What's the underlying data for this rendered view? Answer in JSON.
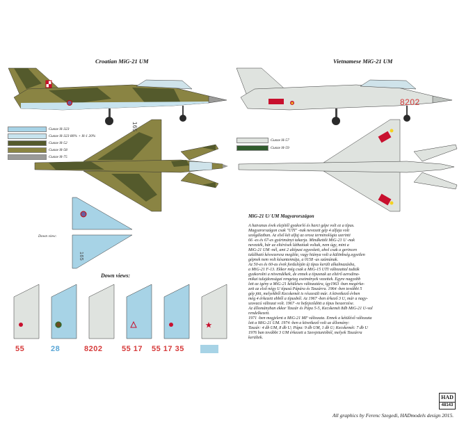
{
  "titles": {
    "croatian": "Croatian MiG-21 UM",
    "vietnamese": "Vietnamese MiG-21 UM",
    "down_view": "Down view:",
    "down_views": "Down views:"
  },
  "colors": {
    "croatian_swatches": [
      {
        "label": "Gunze H-323",
        "color": "#a7d3e6"
      },
      {
        "label": "Gunze H-323 80% + H-1 20%",
        "color": "#c7e3ee"
      },
      {
        "label": "Gunze H-52",
        "color": "#545a2c"
      },
      {
        "label": "Gunze H-58",
        "color": "#8a8443"
      },
      {
        "label": "Gunze H-75",
        "color": "#9a9a98"
      }
    ],
    "vietnamese_swatches": [
      {
        "label": "Gunze H-57",
        "color": "#dfe3df"
      },
      {
        "label": "Gunze H-59",
        "color": "#2f5b2c"
      }
    ]
  },
  "aircraft": {
    "vietnamese_serial": "8202",
    "croatian_top_code": "165",
    "croatian_bottom_code": "165"
  },
  "down_view_numbers": [
    {
      "text": "55",
      "color": "red"
    },
    {
      "text": "28",
      "color": "blue"
    },
    {
      "text": "8202",
      "color": "red"
    },
    {
      "text": "55 17",
      "color": "red"
    },
    {
      "text": "55 17 35",
      "color": "red"
    },
    {
      "text": "",
      "color": "blue"
    }
  ],
  "article": {
    "heading": "MiG-21 U/ UM Magyarországon",
    "paragraphs": [
      "A hatvanas évek elejétől gyakorló és harci gépe volt ez a típus.",
      "Magyarországon csak \"UTI\" -nak nevezett gép 4 alfaja volt",
      "szolgálatban. Az első két alfaj az orosz terminológia szerinti",
      "66 -es és 67-es gyártmányt takarja. Mindkettőt MiG-21 U -nak",
      "nevezték, bár az eltérések láthatóak voltak, nem úgy, mint a",
      "MiG-21 UM -nél, ami 2 altípust egyesített, ahol csak a gerincen",
      "található késvezeresz meglétе, vagy hiánya volt a különbség.egyetlen",
      "gépnek nem volt késantennája, a 0158 -as számúnak.",
      "Az 50-es és 60-as évek fordulóján új típus került alkalmazásba,",
      "a MiG-21 F-13. Ekkor még csak a MiG-15 UTI változattal tudták",
      "gyakorolni a növendékek, de ennek a típusnak az eltérő aerodina-",
      "mikai tulajdonságai rengeteg esetmények vezettek. Egyre nagyobb",
      "lett az igény a MiG-21 kétüléses változatára, így1963 -ban megérke-",
      "zett az első négy U típusú Pápára és Taszárra. 1964 -ben további 5",
      "gép jött, melyekből Kecskemét is részesült már. A következő évben",
      "még 4 érkezett ebből a típusból. Az 1967 -ben érkező 3 U, már a nagy-",
      "szovacú változat volt. 1967 -re befejeződött a típus beszerzése.",
      "Az állományban ekkor Taszár és Pápa 5-5, Kecskemét 8db MiG-21 U-val",
      "rendelkezett.",
      "1971 -ben megjelent a MiG-21 MF változata. Ennek a kétüléső változata",
      "lett a MiG-21 UM. 1974 -ben a következő volt az állomány:",
      "Taszár: 4 db UM, 8 db U; Pápa: 9 db UM, 1 db U; Kecskemét: 7 db U",
      "1976 ban további 3 UM érkezett a Szovjetunióból, melyek Taszárra",
      "kerültek."
    ]
  },
  "credit": "All graphics by Ferenc Szegedi, HADmodels design 2015.",
  "logo": {
    "mark": "HAD",
    "code": "48143"
  }
}
